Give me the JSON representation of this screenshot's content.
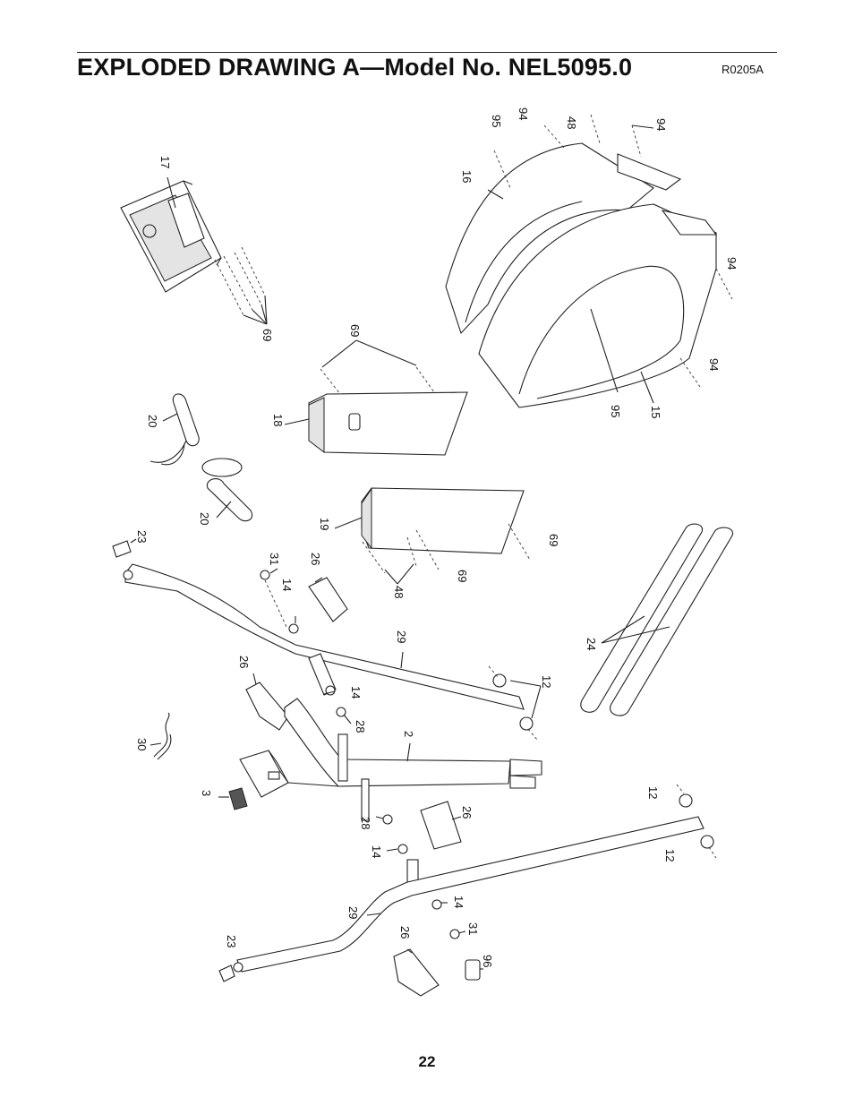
{
  "header": {
    "title": "EXPLODED DRAWING A—Model No. NEL5095.0",
    "drawing_code": "R0205A"
  },
  "footer": {
    "page_number": "22"
  },
  "callouts": [
    "17",
    "69",
    "95",
    "94",
    "48",
    "94",
    "16",
    "94",
    "95",
    "15",
    "94",
    "69",
    "18",
    "20",
    "20",
    "19",
    "69",
    "69",
    "48",
    "23",
    "31",
    "14",
    "26",
    "29",
    "24",
    "12",
    "26",
    "14",
    "28",
    "2",
    "30",
    "3",
    "28",
    "14",
    "26",
    "12",
    "12",
    "14",
    "29",
    "31",
    "23",
    "26",
    "96"
  ]
}
